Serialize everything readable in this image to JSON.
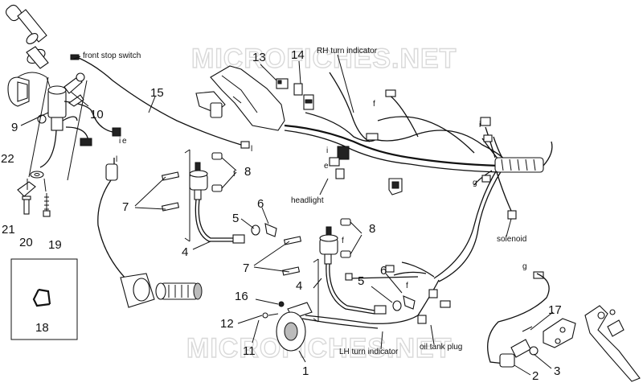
{
  "watermark": {
    "top": "MICROFICHES.NET",
    "bottom": "MICROFICHES.NET"
  },
  "labels": {
    "front_stop_switch": "front stop switch",
    "rh_turn_indicator": "RH turn indicator",
    "headlight": "headlight",
    "solenoid": "solenoid",
    "lh_turn_indicator": "LH turn indicator",
    "oil_tank_plug": "oil tank plug",
    "connector_f_1": "f",
    "connector_f_2": "f",
    "connector_f_3": "f",
    "connector_f_4": "f",
    "connector_i_1": "i",
    "connector_i_2": "i",
    "connector_i_3": "i",
    "connector_e_1": "e",
    "connector_e_2": "e",
    "connector_g_1": "g",
    "connector_g_2": "g",
    "connector_l_1": "l",
    "connector_l_2": "l"
  },
  "callouts": {
    "n1": "1",
    "n2": "2",
    "n3": "3",
    "n4a": "4",
    "n4b": "4",
    "n5a": "5",
    "n5b": "5",
    "n6a": "6",
    "n6b": "6",
    "n7a": "7",
    "n7b": "7",
    "n8a": "8",
    "n8b": "8",
    "n9": "9",
    "n10": "10",
    "n11": "11",
    "n12": "12",
    "n13": "13",
    "n14": "14",
    "n15": "15",
    "n16": "16",
    "n17": "17",
    "n18": "18",
    "n19": "19",
    "n20": "20",
    "n21": "21",
    "n22": "22"
  }
}
